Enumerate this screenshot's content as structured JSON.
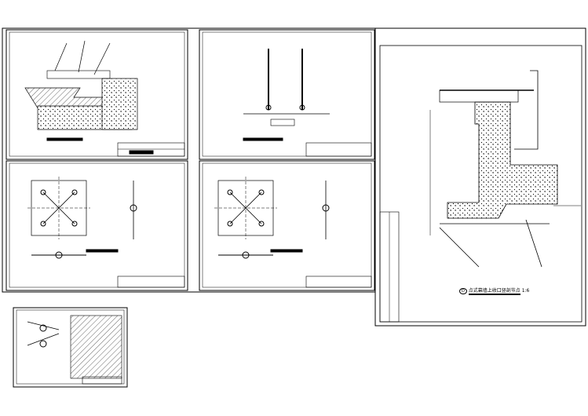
{
  "sheets": {
    "main_detail": {
      "title": "点式幕墙上收口竖剖节点",
      "scale": "1:6",
      "marker": "D"
    }
  },
  "colors": {
    "line": "#000000",
    "background": "#ffffff"
  }
}
